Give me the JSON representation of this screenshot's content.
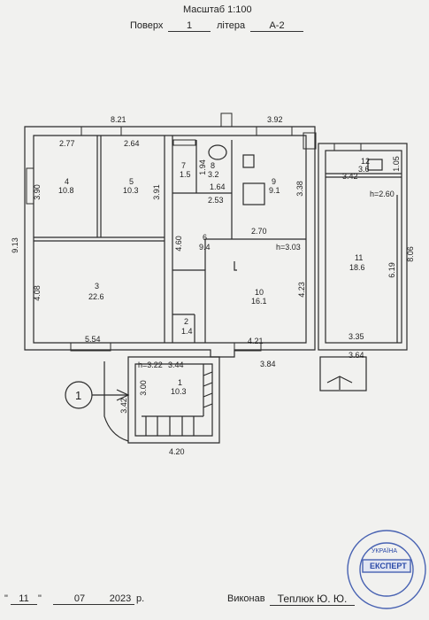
{
  "header": {
    "scale": "Масштаб 1:100",
    "floor_label": "Поверх",
    "floor_value": "1",
    "letter_label": "літера",
    "letter_value": "А-2"
  },
  "rooms": [
    {
      "no": "1",
      "area": "10.3"
    },
    {
      "no": "2",
      "area": "1.4"
    },
    {
      "no": "3",
      "area": "22.6"
    },
    {
      "no": "4",
      "area": "10.8"
    },
    {
      "no": "5",
      "area": "10.3"
    },
    {
      "no": "6",
      "area": "9.4"
    },
    {
      "no": "7",
      "area": "1.5"
    },
    {
      "no": "8",
      "area": "3.2"
    },
    {
      "no": "9",
      "area": "9.1"
    },
    {
      "no": "10",
      "area": "16.1"
    },
    {
      "no": "11",
      "area": "18.6"
    },
    {
      "no": "12",
      "area": "3.6"
    }
  ],
  "dimensions": {
    "top_left": "8.21",
    "top_right": "3.92",
    "r4_top": "2.77",
    "r5_top": "2.64",
    "r4_side": "3.90",
    "r5_side": "3.91",
    "overall_left": "9.13",
    "r3_side": "4.08",
    "r3_bottom": "5.54",
    "r6_side": "4.60",
    "r7_h": "1.94",
    "r8_w": "1.64",
    "r8_bottom": "2.53",
    "r9_side": "3.38",
    "r9_bottom": "2.70",
    "r10_side": "4.23",
    "r10_bottom": "4.21",
    "bottom_mid": "3.84",
    "r12_w": "3.42",
    "r12_side": "1.05",
    "r11_side": "6.19",
    "overall_right": "8.06",
    "r11_bottom": "3.35",
    "porch_w": "3.64",
    "r1_top": "3.44",
    "r1_side": "3.00",
    "r1_left": "3.42",
    "r1_bottom": "4.20"
  },
  "heights": {
    "h1": "h=3.22",
    "h2": "h=3.03",
    "h3": "h=2.60"
  },
  "section_marker": "1",
  "footer": {
    "day": "11",
    "month": "07",
    "year": "2023",
    "year_suffix": "р.",
    "performer_label": "Виконав",
    "performer_name": "Теплюк Ю. Ю."
  },
  "stamp": {
    "ring_text": "УКРАЇНА",
    "center_text": "ЕКСПЕРТ",
    "color": "#2b4aa8"
  },
  "colors": {
    "ink": "#222222",
    "paper": "#f1f1ef"
  }
}
